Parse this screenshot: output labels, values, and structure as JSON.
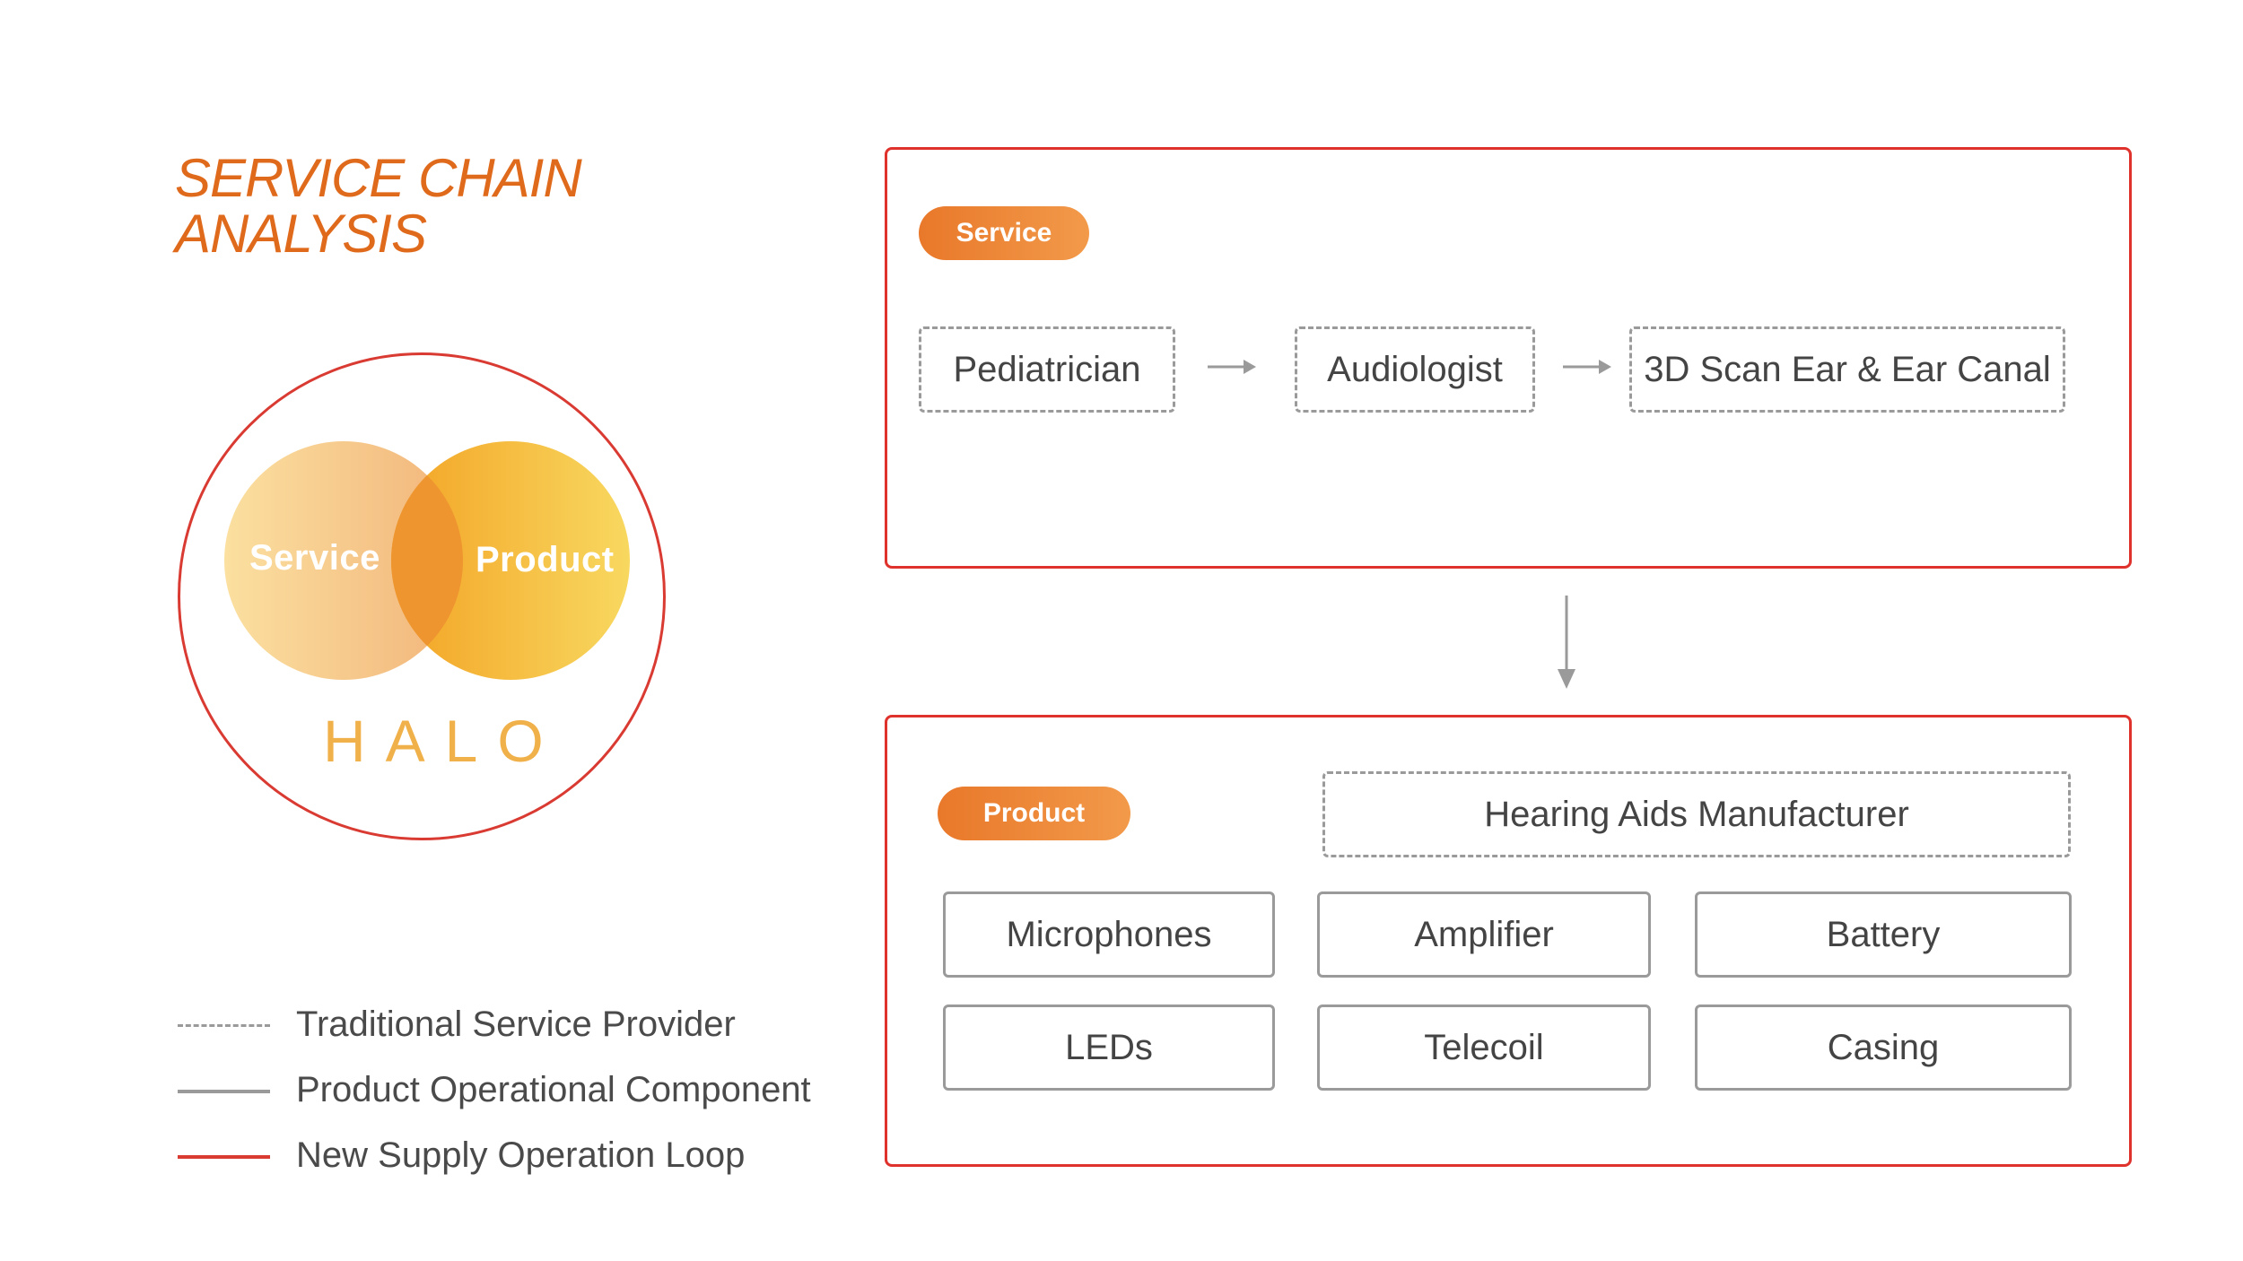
{
  "title": {
    "line1": "SERVICE CHAIN",
    "line2": "ANALYSIS"
  },
  "logo": {
    "service_label": "Service",
    "product_label": "Product",
    "wordmark": "HALO"
  },
  "legend": [
    {
      "style": "dashed",
      "color": "#9a9a9a",
      "label": "Traditional Service Provider"
    },
    {
      "style": "solid",
      "color": "#9a9a9a",
      "label": "Product Operational Component"
    },
    {
      "style": "solid",
      "color": "#d93a32",
      "label": "New Supply Operation Loop"
    }
  ],
  "service_panel": {
    "tag": "Service",
    "steps": [
      "Pediatrician",
      "Audiologist",
      "3D Scan Ear & Ear Canal"
    ]
  },
  "product_panel": {
    "tag": "Product",
    "manufacturer": "Hearing Aids Manufacturer",
    "components": [
      "Microphones",
      "Amplifier",
      "Battery",
      "LEDs",
      "Telecoil",
      "Casing"
    ]
  },
  "colors": {
    "accent": "#e06a1c",
    "panel_border": "#e0322c",
    "gray_line": "#9a9a9a",
    "pill_start": "#e9782a",
    "pill_end": "#f29a4a"
  }
}
